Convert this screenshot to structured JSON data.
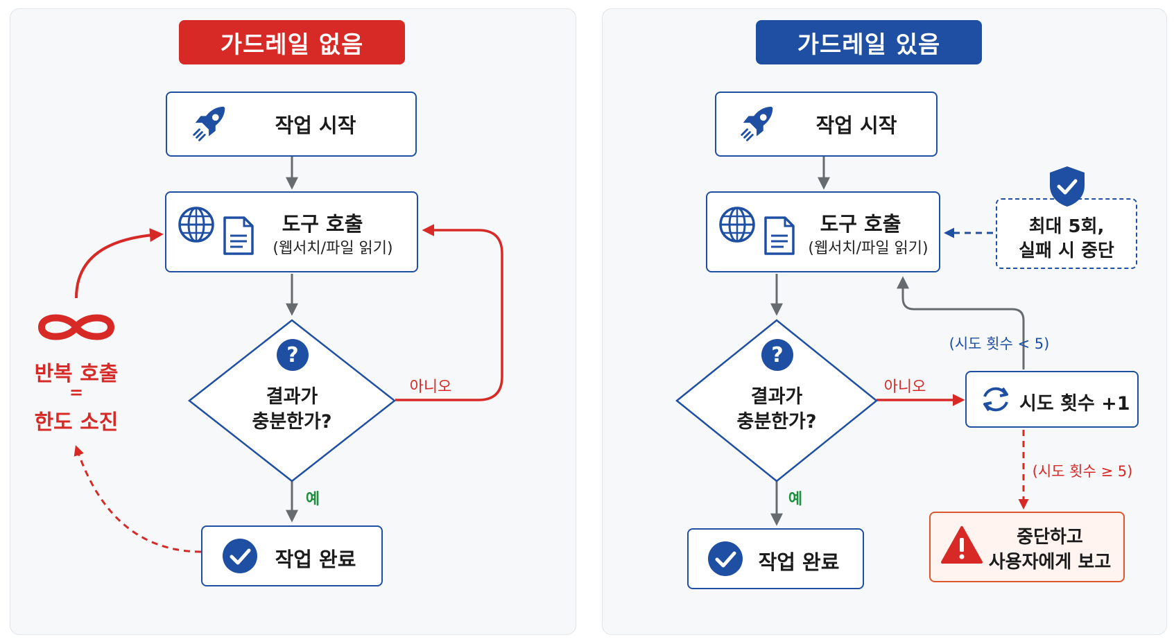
{
  "colors": {
    "blue": "#1f4fa3",
    "red": "#d72a27",
    "green": "#1e8e3e",
    "gray": "#666b70",
    "warning_border": "#e0562c",
    "warning_fill": "#fff4ef"
  },
  "left": {
    "title": "가드레일 없음",
    "start": {
      "icon": "rocket-icon",
      "label": "작업 시작"
    },
    "tool": {
      "icons": [
        "globe-icon",
        "document-icon"
      ],
      "label": "도구 호출",
      "sub": "(웹서치/파일 읽기)"
    },
    "decision": {
      "icon": "question-icon",
      "line1": "결과가",
      "line2": "충분한가?"
    },
    "no_label": "아니오",
    "yes_label": "예",
    "done": {
      "icon": "check-circle-icon",
      "label": "작업 완료"
    },
    "infinite": {
      "icon": "infinity-icon",
      "line1": "반복 호출",
      "line2": "=",
      "line3": "한도 소진"
    }
  },
  "right": {
    "title": "가드레일 있음",
    "start": {
      "icon": "rocket-icon",
      "label": "작업 시작"
    },
    "tool": {
      "icons": [
        "globe-icon",
        "document-icon"
      ],
      "label": "도구 호출",
      "sub": "(웹서치/파일 읽기)"
    },
    "guard": {
      "icon": "shield-check-icon",
      "line1": "최대 5회,",
      "line2": "실패 시 중단"
    },
    "decision": {
      "icon": "question-icon",
      "line1": "결과가",
      "line2": "충분한가?"
    },
    "no_label": "아니오",
    "yes_label": "예",
    "retry_label": "(시도 횟수 < 5)",
    "counter": {
      "icon": "refresh-icon",
      "label": "시도 횟수 +1"
    },
    "stop_label": "(시도 횟수 ≥ 5)",
    "stop": {
      "icon": "warning-icon",
      "line1": "중단하고",
      "line2": "사용자에게 보고"
    },
    "done": {
      "icon": "check-circle-icon",
      "label": "작업 완료"
    }
  }
}
